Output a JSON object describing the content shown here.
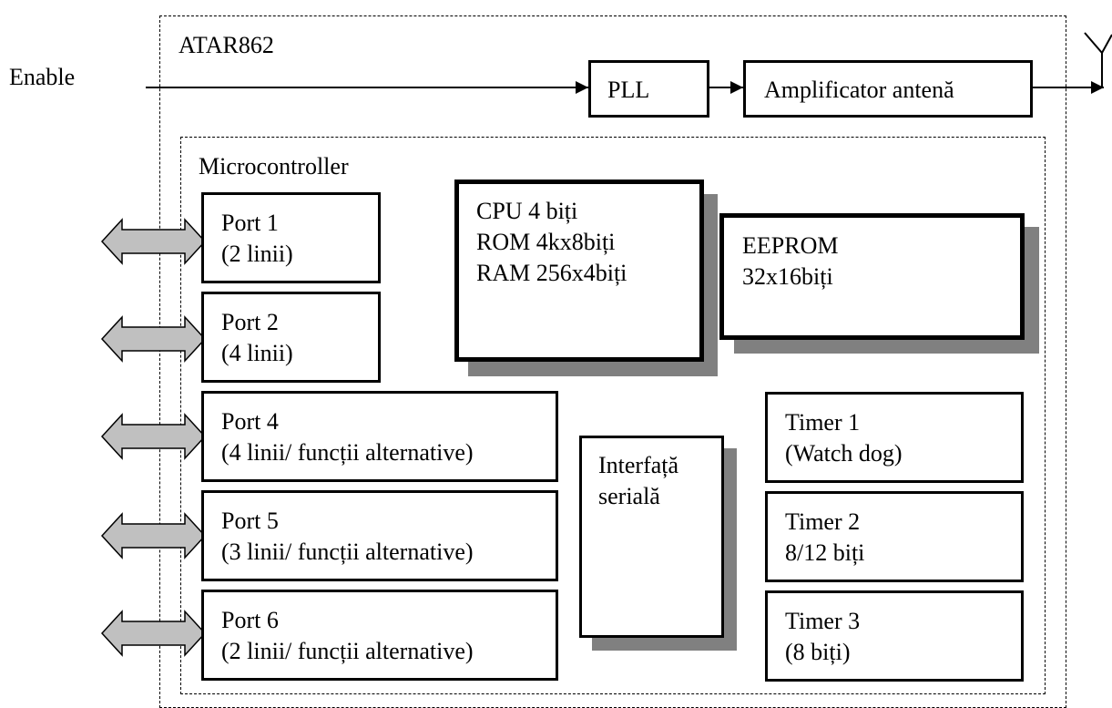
{
  "chip": {
    "title": "ATAR862"
  },
  "enable_label": "Enable",
  "rf": {
    "pll": "PLL",
    "amplifier": "Amplificator antenă"
  },
  "mcu": {
    "title": "Microcontroller",
    "ports": [
      {
        "name": "Port 1",
        "desc": "(2 linii)"
      },
      {
        "name": "Port 2",
        "desc": "(4 linii)"
      },
      {
        "name": "Port 4",
        "desc": "(4 linii/ funcții alternative)"
      },
      {
        "name": "Port 5",
        "desc": "(3 linii/ funcții alternative)"
      },
      {
        "name": "Port 6",
        "desc": "(2 linii/ funcții alternative)"
      }
    ],
    "cpu": {
      "line1": "CPU 4 biți",
      "line2": "ROM 4kx8biți",
      "line3": "RAM 256x4biți"
    },
    "eeprom": {
      "line1": "EEPROM",
      "line2": "32x16biți"
    },
    "serial": {
      "line1": "Interfață",
      "line2": "serială"
    },
    "timers": [
      {
        "name": "Timer 1",
        "desc": "(Watch dog)"
      },
      {
        "name": "Timer 2",
        "desc": "8/12 biți"
      },
      {
        "name": "Timer 3",
        "desc": "(8 biți)"
      }
    ]
  },
  "colors": {
    "line": "#000000",
    "shadow": "#808080",
    "arrow_fill": "#c0c0c0"
  }
}
